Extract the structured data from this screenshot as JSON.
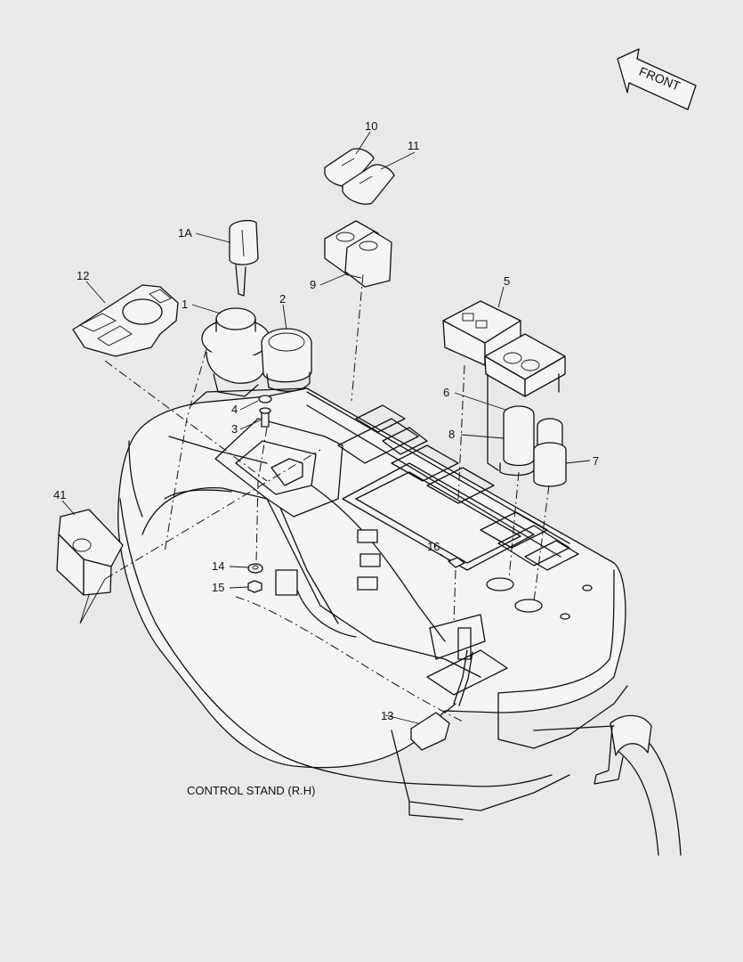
{
  "diagram": {
    "caption": "CONTROL STAND (R.H)",
    "direction_label": "FRONT",
    "callouts": {
      "c1": "1",
      "c1a": "1A",
      "c2": "2",
      "c3": "3",
      "c4": "4",
      "c5": "5",
      "c6": "6",
      "c7": "7",
      "c8": "8",
      "c9": "9",
      "c10": "10",
      "c11": "11",
      "c12": "12",
      "c13": "13",
      "c14": "14",
      "c15": "15",
      "c16": "16",
      "c41": "41"
    }
  }
}
